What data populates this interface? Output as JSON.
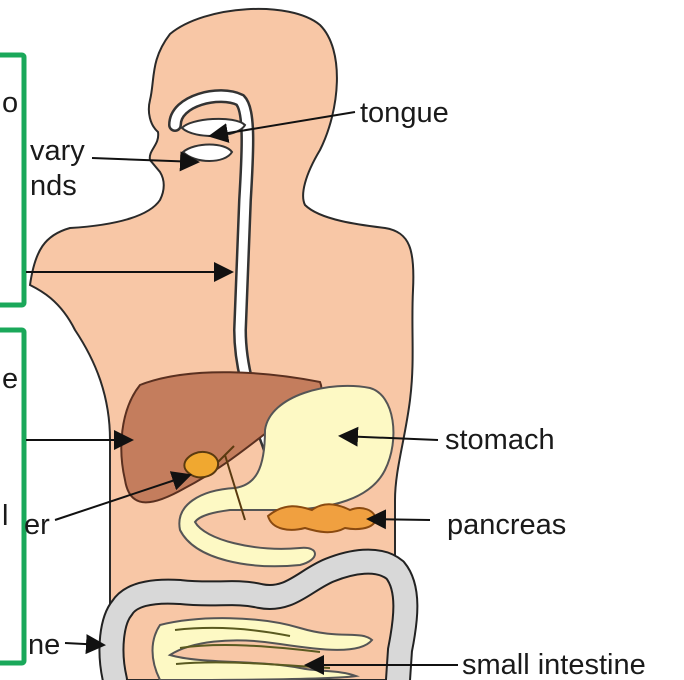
{
  "colors": {
    "skin": "#f8c7a6",
    "skin_outline": "#2a2a2a",
    "liver": "#c47d5d",
    "liver_outline": "#5a3020",
    "gall_bladder": "#f0a830",
    "intestine_yellow": "#fdf9c4",
    "large_intestine": "#d8d8d8",
    "pancreas": "#f0a040",
    "frame_border": "#1aa85a"
  },
  "labels": {
    "tongue": "tongue",
    "salivary_line1": "vary",
    "salivary_line2": "nds",
    "stomach": "stomach",
    "gall_bladder_fragment": "er",
    "pancreas": "pancreas",
    "large_intestine_fragment": "ne",
    "small_intestine": "small intestine"
  },
  "frames": [
    {
      "name": "top-label-frame",
      "visible_char": "o"
    },
    {
      "name": "bottom-label-frame",
      "visible_char": "e"
    },
    {
      "name": "bottom-label-frame-char2",
      "visible_char": "l"
    }
  ]
}
